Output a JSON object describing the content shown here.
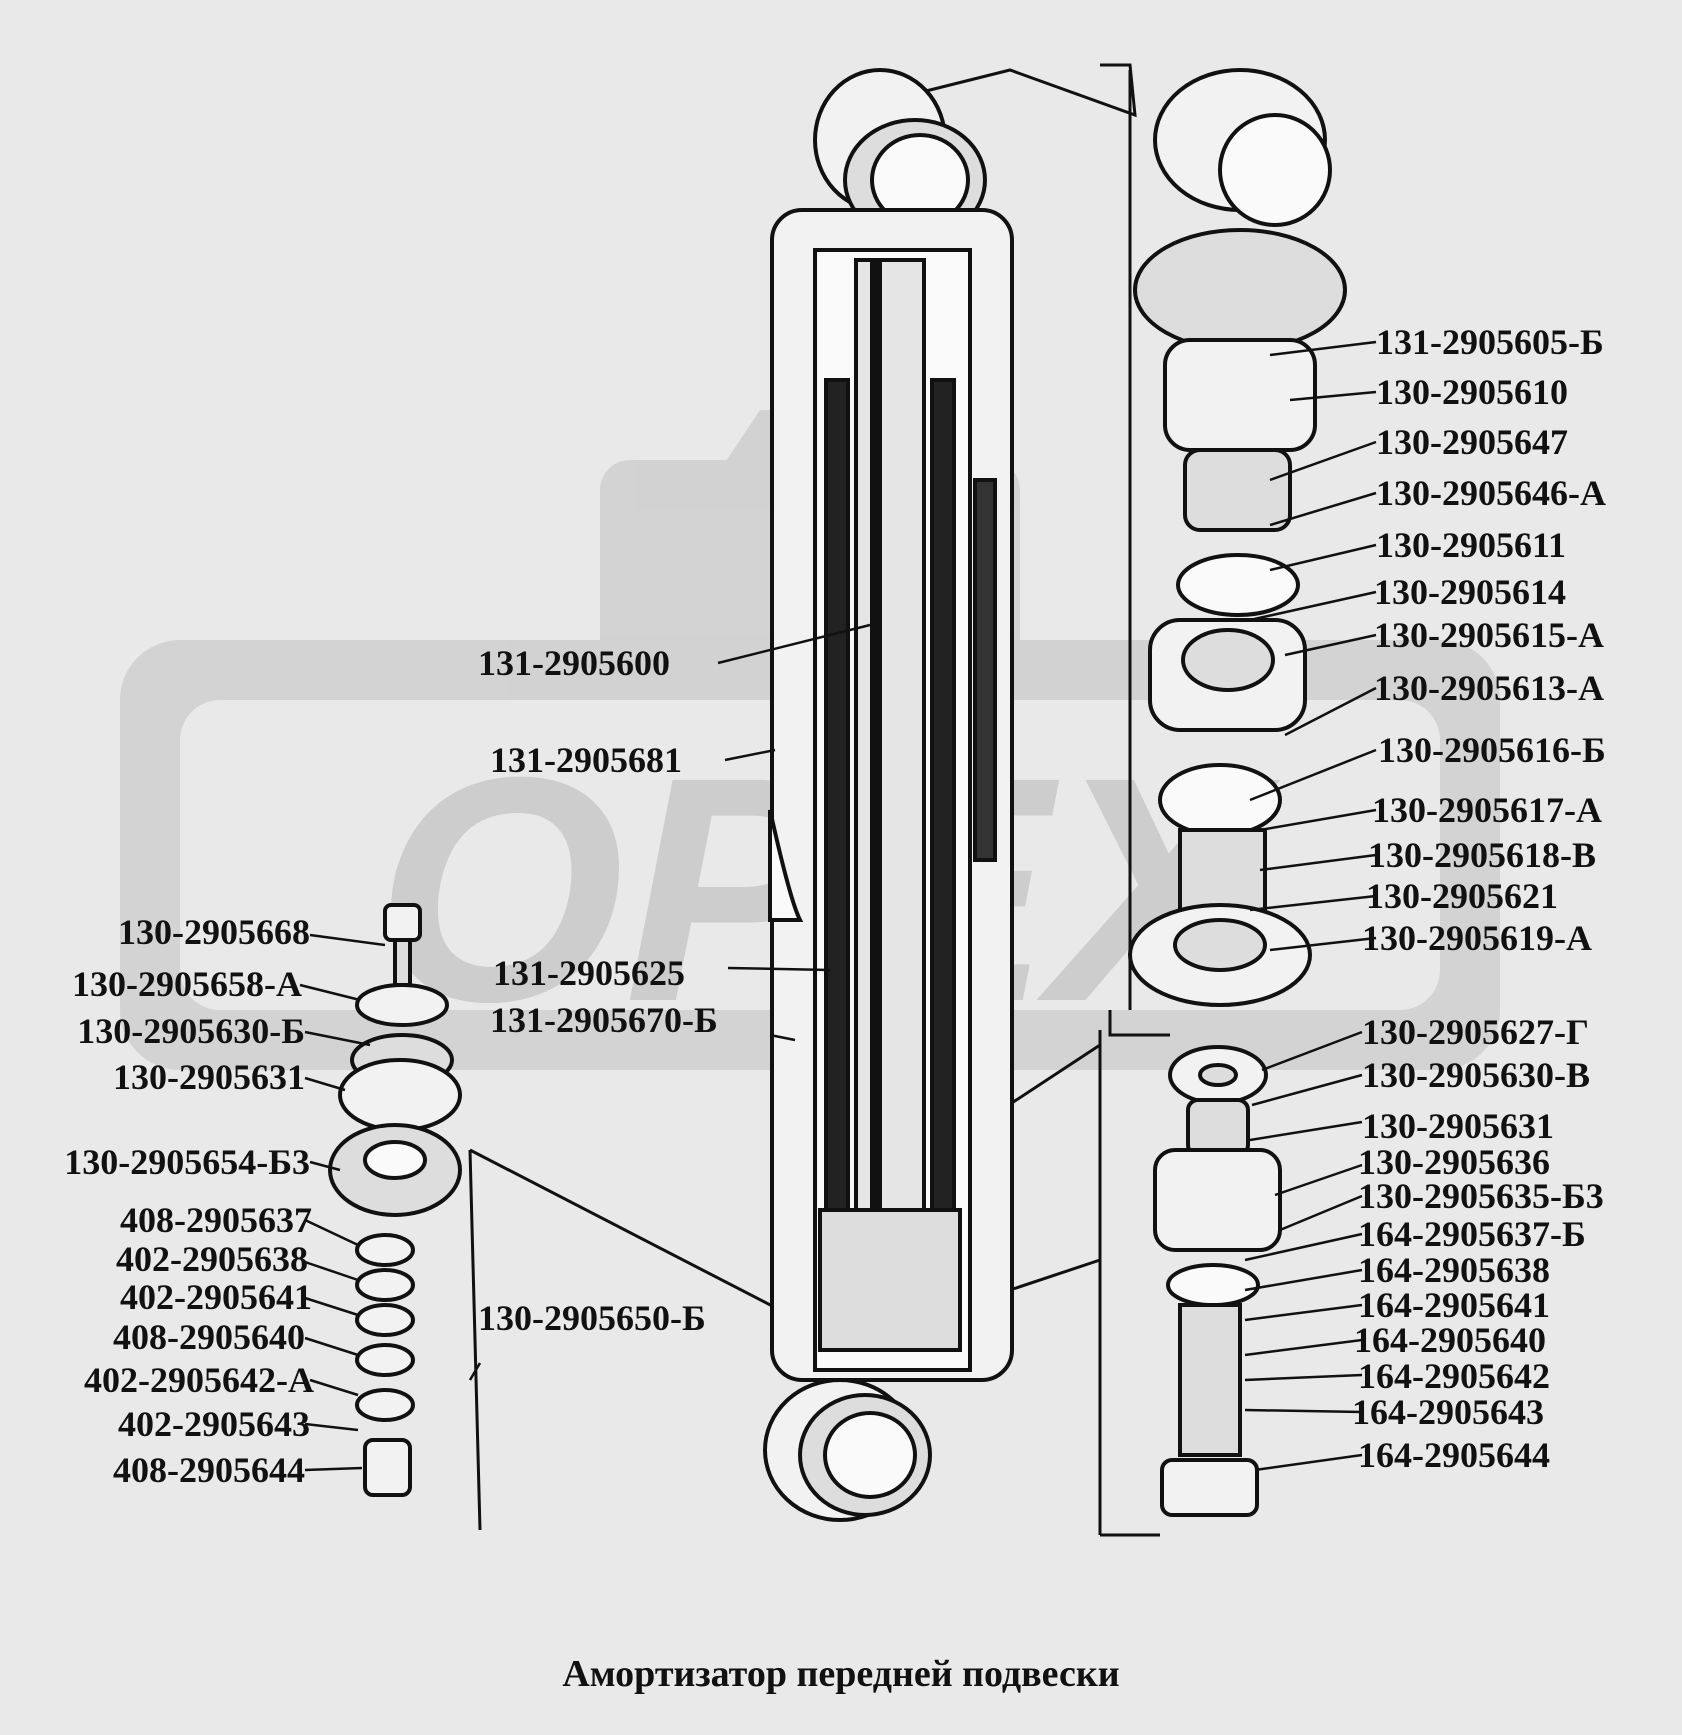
{
  "diagram": {
    "watermark": "ОРЕХ",
    "caption": "Амортизатор передней подвески",
    "labels": {
      "left": [
        "130-2905668",
        "130-2905658-А",
        "130-2905630-Б",
        "130-2905631",
        "130-2905654-Б3",
        "408-2905637",
        "402-2905638",
        "402-2905641",
        "408-2905640",
        "402-2905642-А",
        "402-2905643",
        "408-2905644"
      ],
      "center": [
        "131-2905600",
        "131-2905681",
        "131-2905625",
        "131-2905670-Б",
        "130-2905650-Б"
      ],
      "right_top": [
        "131-2905605-Б",
        "130-2905610",
        "130-2905647",
        "130-2905646-А",
        "130-2905611",
        "130-2905614",
        "130-2905615-А",
        "130-2905613-А",
        "130-2905616-Б",
        "130-2905617-А",
        "130-2905618-В",
        "130-2905621",
        "130-2905619-А"
      ],
      "right_bottom": [
        "130-2905627-Г",
        "130-2905630-В",
        "130-2905631",
        "130-2905636",
        "130-2905635-Б3",
        "164-2905637-Б",
        "164-2905638",
        "164-2905641",
        "164-2905640",
        "164-2905642",
        "164-2905643",
        "164-2905644"
      ]
    }
  }
}
